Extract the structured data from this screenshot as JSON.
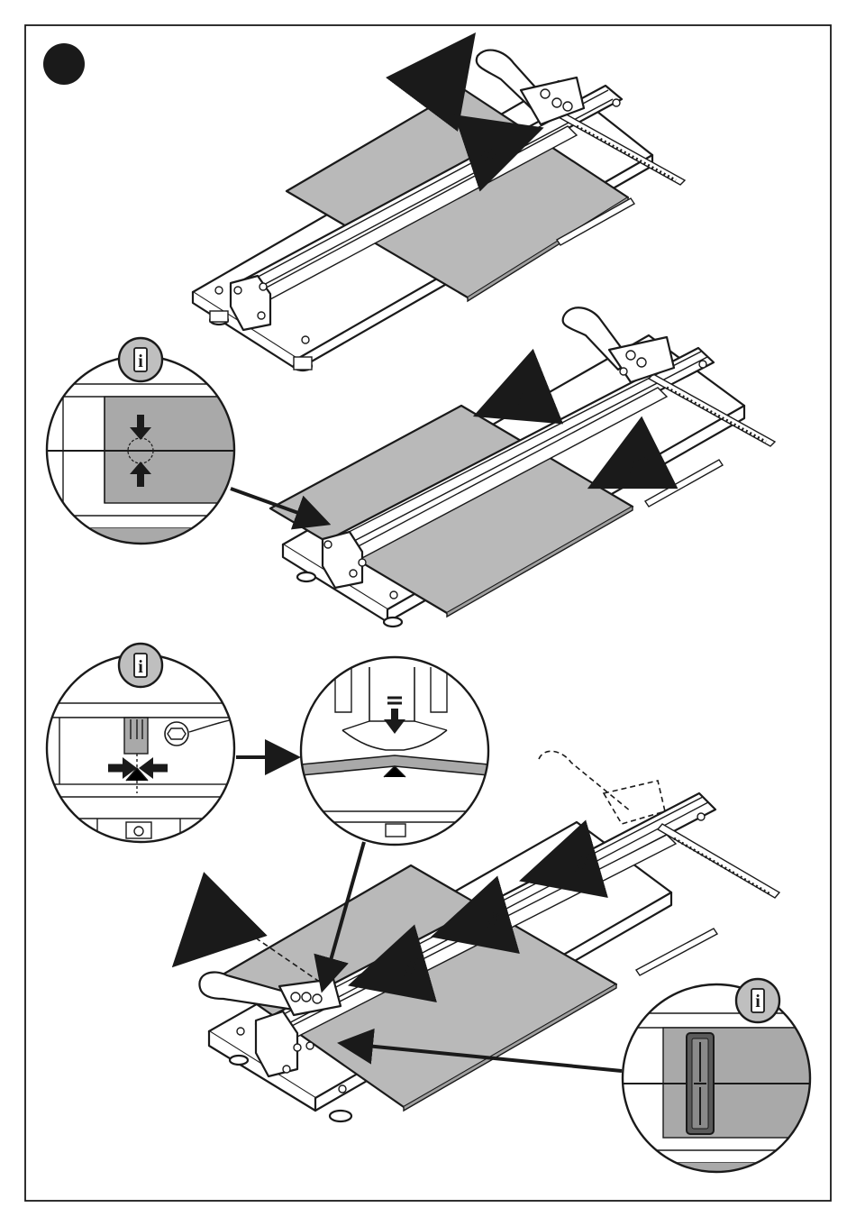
{
  "page": {
    "step_badge": {
      "label": "",
      "color": "#1a1a1a"
    },
    "info_icon_glyph": "i"
  },
  "colors": {
    "tile": "#b9b9b9",
    "lens_tile": "#a9a9a9",
    "line": "#1a1a1a",
    "background": "#ffffff"
  },
  "figures": [
    {
      "id": "fig-1",
      "description_icon": "tile-cutter-lift-handle"
    },
    {
      "id": "fig-2",
      "description_icon": "tile-cutter-align-tile"
    },
    {
      "id": "fig-3",
      "description_icon": "tile-cutter-score-tile"
    }
  ],
  "lenses": [
    {
      "id": "lens-center-mark",
      "icon": "info-icon"
    },
    {
      "id": "lens-scoring-wheel",
      "icon": "info-icon"
    },
    {
      "id": "lens-break-point",
      "icon": "none"
    },
    {
      "id": "lens-slider-guide",
      "icon": "info-icon"
    }
  ]
}
